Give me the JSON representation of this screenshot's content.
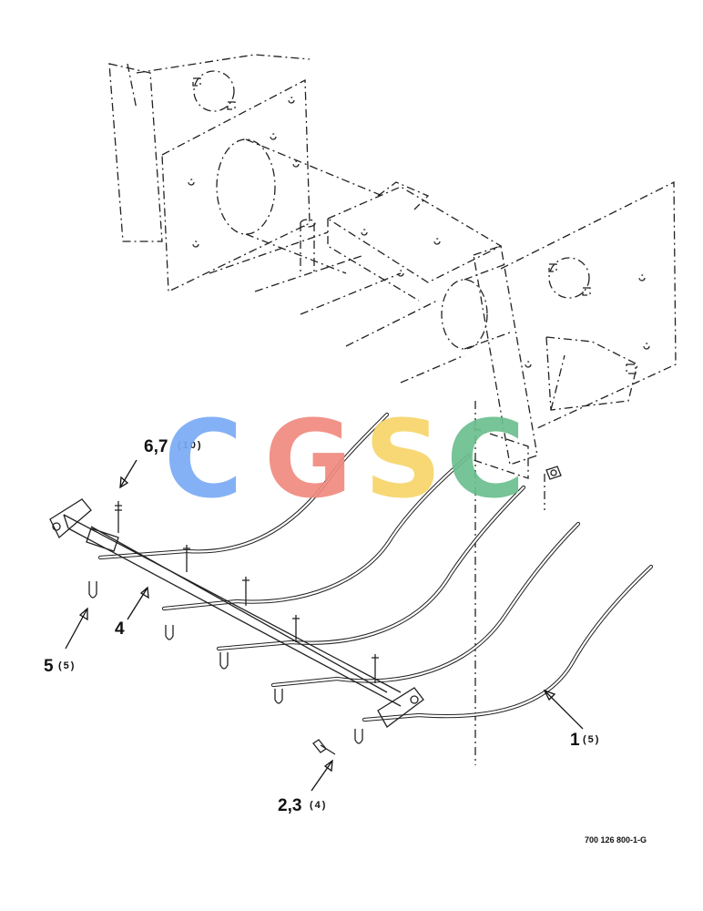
{
  "callouts": {
    "hardware_top": {
      "num": "6,7",
      "qty": "(10)"
    },
    "channel": {
      "num": "4"
    },
    "ubolt": {
      "num": "5",
      "qty": "(5)"
    },
    "rod": {
      "num": "1",
      "qty": "(5)"
    },
    "bolt": {
      "num": "2,3",
      "qty": "(4)"
    }
  },
  "drawing_code": "700 126 800-1-G",
  "watermark": {
    "letters": [
      "C",
      "G",
      "S",
      "C"
    ],
    "colors": [
      "#7aabf5",
      "#f08a80",
      "#f7d56a",
      "#6bbf8f"
    ]
  },
  "colors": {
    "ink": "#222222",
    "background": "#ffffff"
  }
}
